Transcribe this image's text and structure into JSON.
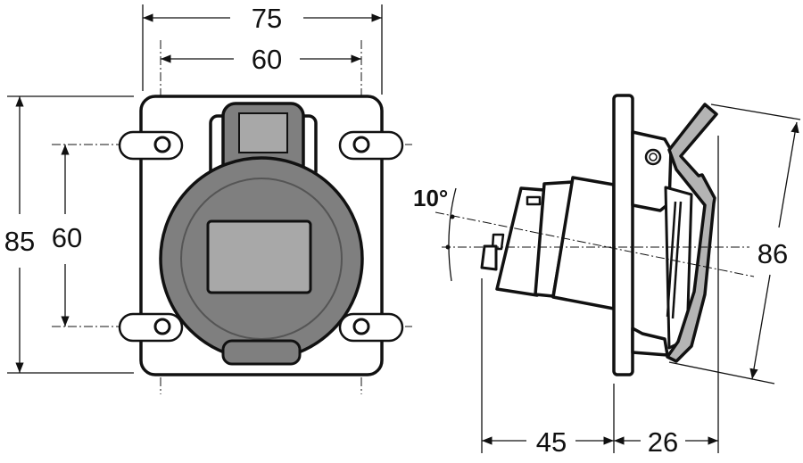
{
  "front_view": {
    "width_overall": "75",
    "width_holes": "60",
    "height_overall": "85",
    "height_holes": "60"
  },
  "side_view": {
    "tilt_angle": "10°",
    "height_diagonal": "86",
    "depth_rear": "45",
    "depth_front": "26"
  },
  "colors": {
    "line": "#111111",
    "housing": "#7f7f7f",
    "window": "#a8a8a8",
    "lid": "#b4b4b4"
  }
}
